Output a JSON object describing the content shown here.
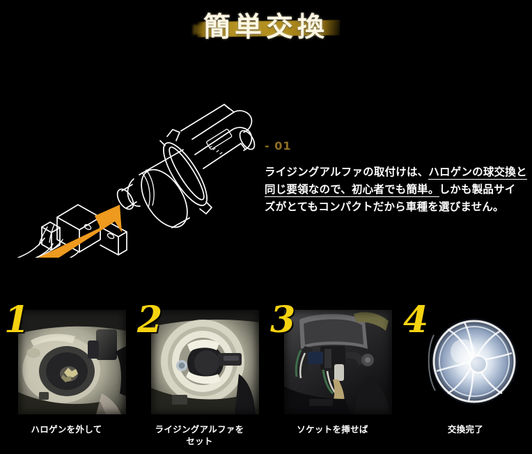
{
  "page": {
    "background_color": "#000000",
    "accent_gold": "#b7932a",
    "accent_yellow": "#f5d310",
    "accent_orange": "#ee9a1e",
    "text_color": "#ffffff"
  },
  "header": {
    "title": "簡単交換",
    "band_color": "#b7932a"
  },
  "feature": {
    "step_label": "- 01",
    "illustration_alt_name": "h4-bulb-socket-line-drawing",
    "arrow_color": "#ee9a1e",
    "body_lines": [
      {
        "plain_head": "ライジングアルファの取付けは、",
        "underlined": "ハロゲンの球交換と"
      },
      {
        "underlined": "同じ要領なので、初心者でも簡単。",
        "plain_tail": "しかも製品サイ"
      },
      {
        "plain_head": "ズがとてもコンパクトだから車種を選びません。"
      }
    ]
  },
  "steps": [
    {
      "number": "1",
      "caption_lines": [
        "ハロゲンを外して"
      ],
      "photo_name": "photo-halogen-removal"
    },
    {
      "number": "2",
      "caption_lines": [
        "ライジングアルファを",
        "セット"
      ],
      "photo_name": "photo-bulb-seated"
    },
    {
      "number": "3",
      "caption_lines": [
        "ソケットを挿せば"
      ],
      "photo_name": "photo-socket-insert"
    },
    {
      "number": "4",
      "caption_lines": [
        "交換完了"
      ],
      "photo_name": "photo-headlight-lit"
    }
  ]
}
